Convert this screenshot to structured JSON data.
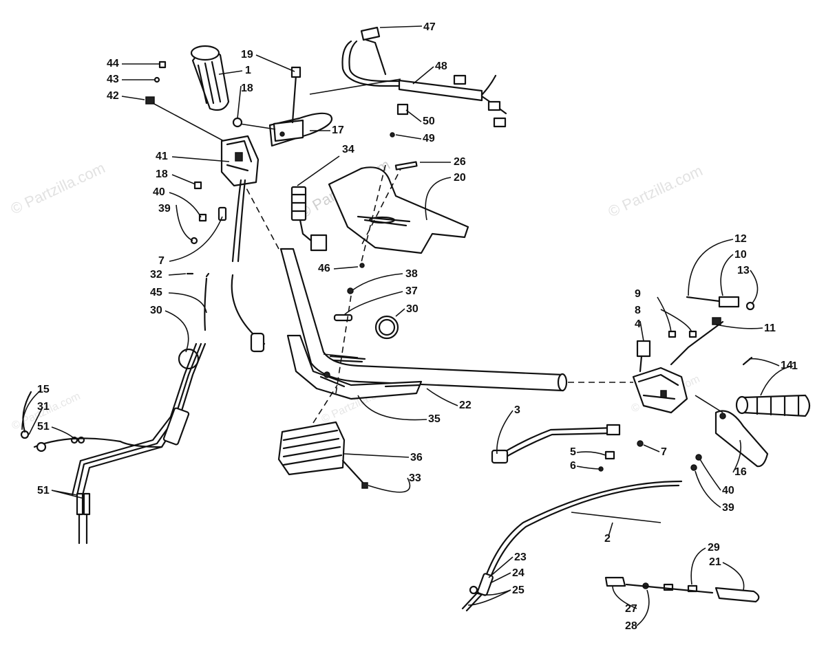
{
  "watermark": {
    "brand": "© Partzilla.com",
    "short": "© Partz",
    "suffix": "zilla.com",
    "mid": "© Partzilla.com"
  },
  "callouts": {
    "n1": "1",
    "n2": "2",
    "n3": "3",
    "n4": "4",
    "n5": "5",
    "n6": "6",
    "n7": "7",
    "n8": "8",
    "n9": "9",
    "n10": "10",
    "n11": "11",
    "n12": "12",
    "n13": "13",
    "n14": "14",
    "n15": "15",
    "n16": "16",
    "n17": "17",
    "n18": "18",
    "n19": "19",
    "n20": "20",
    "n21": "21",
    "n22": "22",
    "n23": "23",
    "n24": "24",
    "n25": "25",
    "n26": "26",
    "n27": "27",
    "n28": "28",
    "n29": "29",
    "n30": "30",
    "n31": "31",
    "n32": "32",
    "n33": "33",
    "n34": "34",
    "n35": "35",
    "n36": "36",
    "n37": "37",
    "n38": "38",
    "n39": "39",
    "n40": "40",
    "n41": "41",
    "n42": "42",
    "n43": "43",
    "n44": "44",
    "n45": "45",
    "n46": "46",
    "n47": "47",
    "n48": "48",
    "n49": "49",
    "n50": "50",
    "n51": "51"
  }
}
